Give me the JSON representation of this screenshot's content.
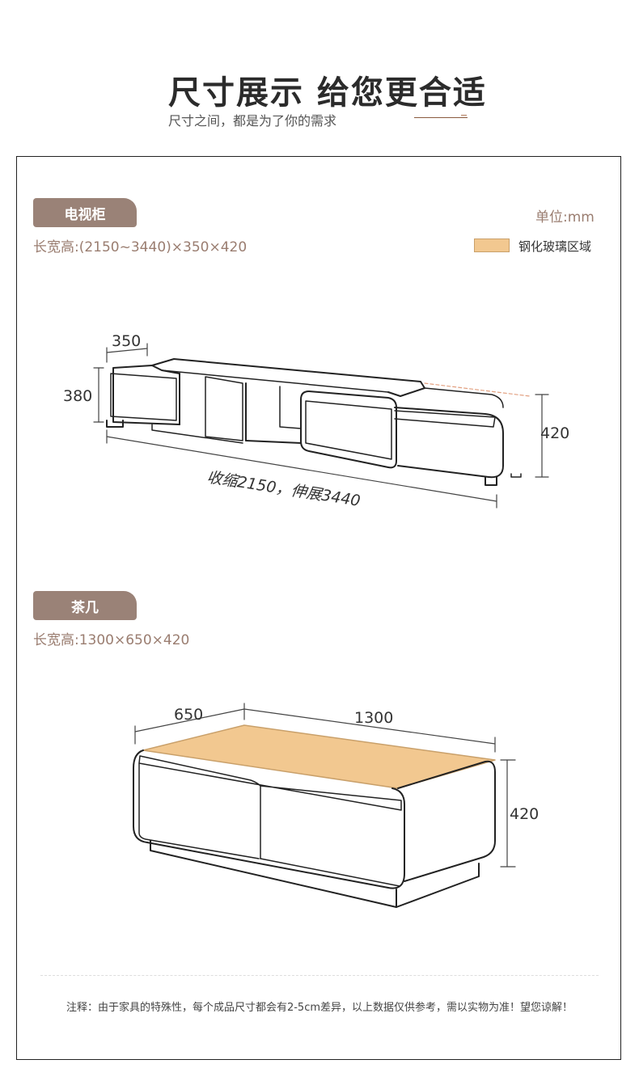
{
  "header": {
    "title": "尺寸展示 给您更合适",
    "subtitle": "尺寸之间，都是为了你的需求"
  },
  "tv_cabinet": {
    "badge": "电视柜",
    "dims_text": "长宽高:(2150~3440)×350×420",
    "unit": "单位:mm",
    "legend_label": "钢化玻璃区域",
    "depth": "350",
    "side_height": "380",
    "height": "420",
    "length_note": "收缩2150，伸展3440"
  },
  "coffee_table": {
    "badge": "茶几",
    "dims_text": "长宽高:1300×650×420",
    "depth": "650",
    "length": "1300",
    "height": "420"
  },
  "footnote": "注释：由于家具的特殊性，每个成品尺寸都会有2-5cm差异，以上数据仅供参考，需以实物为准！望您谅解！",
  "colors": {
    "badge_bg": "#9a8277",
    "glass": "#f2c890",
    "accent_text": "#9a7d70"
  }
}
